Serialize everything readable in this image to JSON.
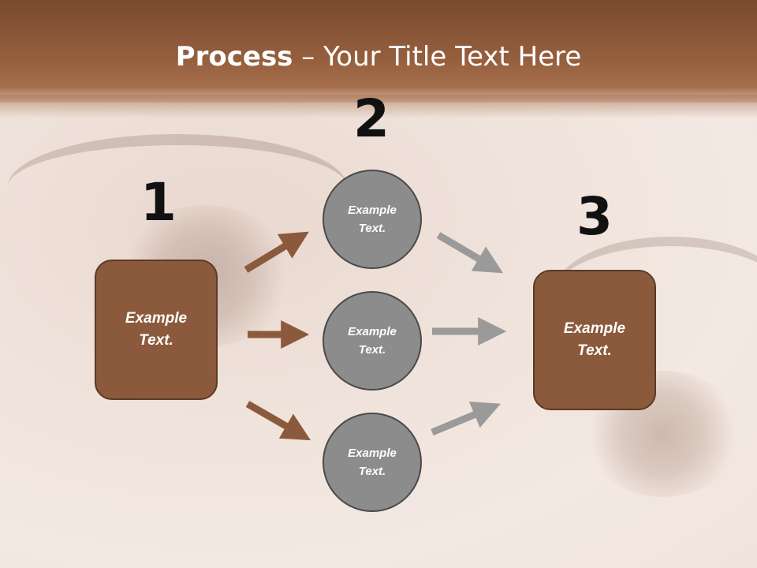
{
  "title": {
    "bold": "Process",
    "rest": " – Your Title Text Here"
  },
  "steps": {
    "one": {
      "number": "1",
      "box_text": "Example\nText."
    },
    "two": {
      "number": "2",
      "circles": [
        "Example\nText.",
        "Example\nText.",
        "Example\nText."
      ]
    },
    "three": {
      "number": "3",
      "box_text": "Example\nText."
    }
  },
  "colors": {
    "header": "#8a5535",
    "box_fill": "#8b5a3c",
    "circle_fill": "#8c8c8c",
    "arrow_brown": "#8b5a3c",
    "arrow_gray": "#9a9a9a"
  }
}
